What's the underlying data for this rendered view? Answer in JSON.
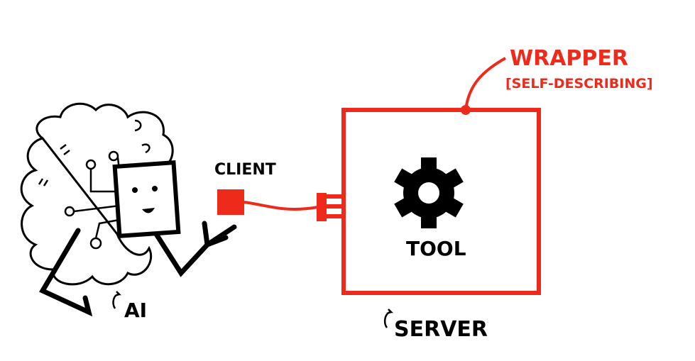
{
  "labels": {
    "wrapper": "WRAPPER",
    "wrapper_note": "[SELF-DESCRIBING]",
    "client": "CLIENT",
    "tool": "TOOL",
    "ai": "AI",
    "server": "SERVER"
  },
  "colors": {
    "accent": "#ee2a1b",
    "ink": "#000000"
  }
}
